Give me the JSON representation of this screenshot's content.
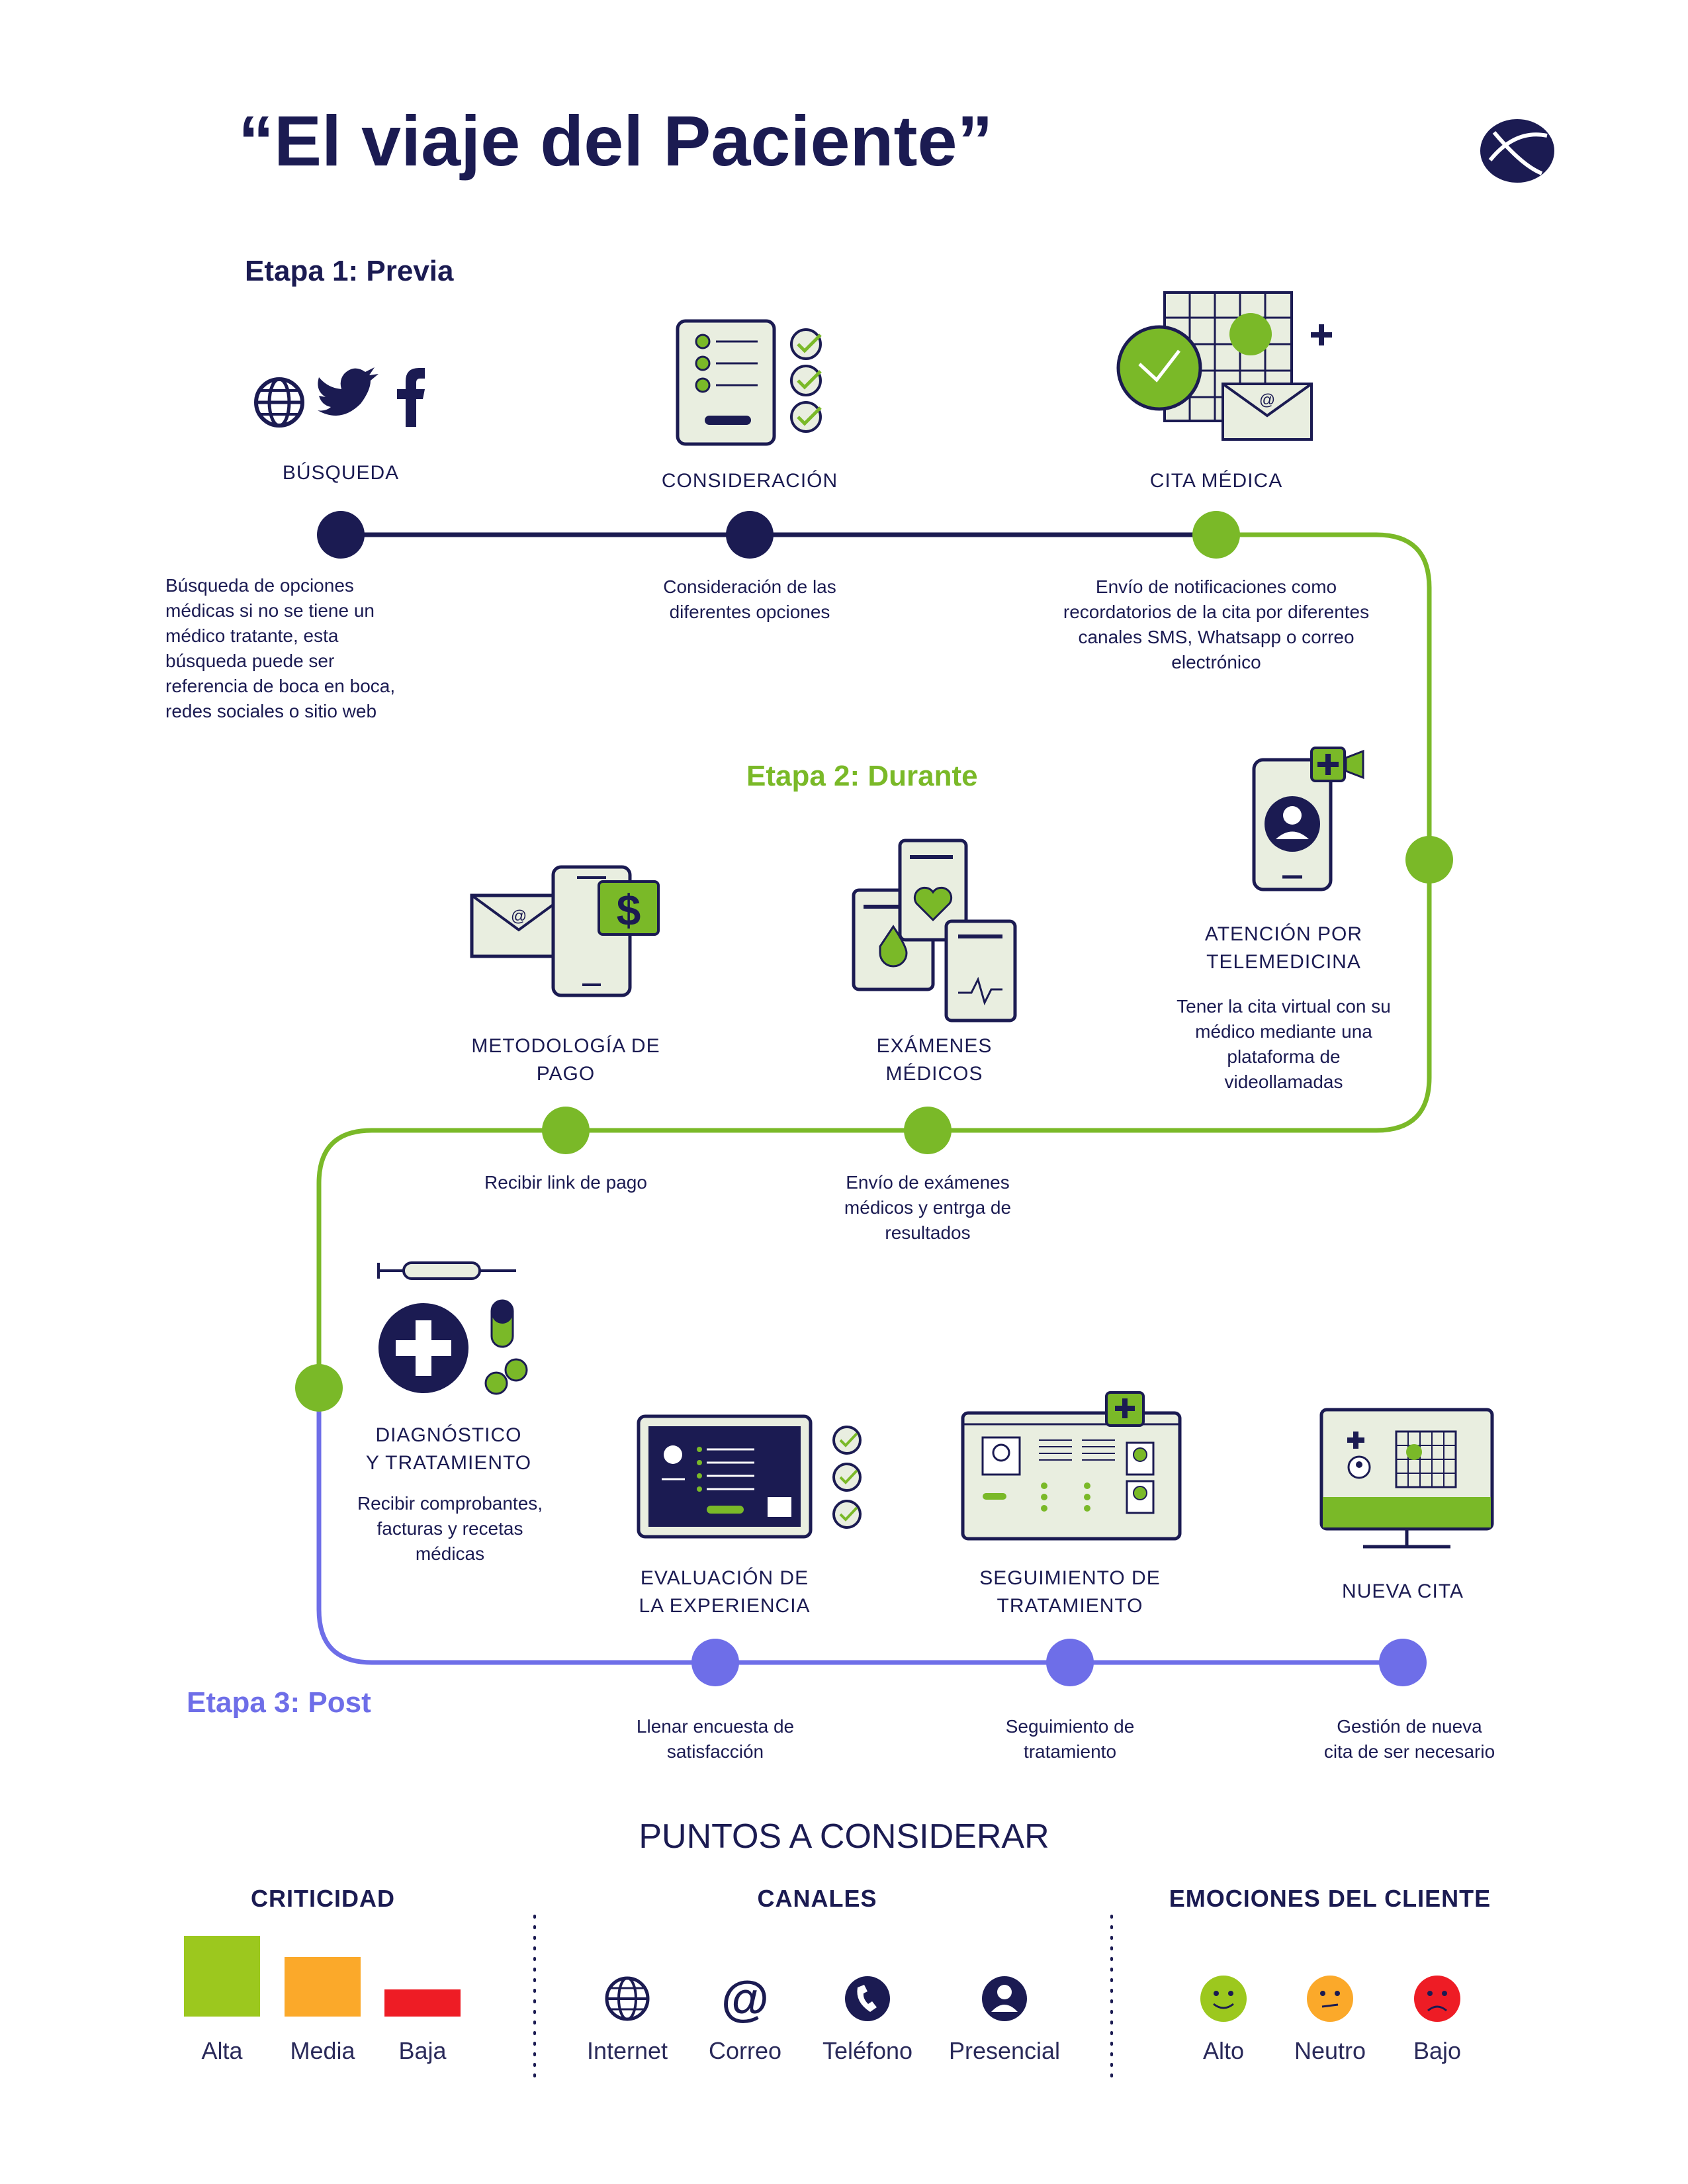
{
  "title": "“El viaje del Paciente”",
  "colors": {
    "navy": "#1b1b52",
    "green": "#7ab928",
    "purple": "#6e6ee8",
    "icon_fill": "#e9eee0"
  },
  "stages": {
    "stage1": "Etapa 1: Previa",
    "stage2": "Etapa 2: Durante",
    "stage3": "Etapa 3: Post"
  },
  "steps": [
    {
      "label_l1": "BÚSQUEDA",
      "label_l2": "",
      "icons": [
        "globe-icon",
        "twitter-icon",
        "facebook-icon"
      ],
      "desc": [
        "Búsqueda de opciones",
        "médicas si no se tiene un",
        "médico tratante, esta",
        "búsqueda puede ser",
        "referencia de boca en boca,",
        "redes sociales o sitio web"
      ]
    },
    {
      "label_l1": "CONSIDERACIÓN",
      "label_l2": "",
      "icons": [
        "checklist-icon"
      ],
      "desc": [
        "Consideración de las",
        "diferentes opciones"
      ]
    },
    {
      "label_l1": "CITA MÉDICA",
      "label_l2": "",
      "icons": [
        "calendar-clock-mail-icon"
      ],
      "desc": [
        "Envío de notificaciones como",
        "recordatorios de la cita por diferentes",
        "canales SMS, Whatsapp o correo",
        "electrónico"
      ]
    },
    {
      "label_l1": "ATENCIÓN POR",
      "label_l2": "TELEMEDICINA",
      "icons": [
        "phone-video-icon"
      ],
      "desc": [
        "Tener la cita virtual con su",
        "médico mediante una",
        "plataforma de",
        "videollamadas"
      ]
    },
    {
      "label_l1": "EXÁMENES",
      "label_l2": "MÉDICOS",
      "icons": [
        "medical-documents-icon"
      ],
      "desc": [
        "Envío de exámenes",
        "médicos y entrga de",
        "resultados"
      ]
    },
    {
      "label_l1": "METODOLOGÍA DE",
      "label_l2": "PAGO",
      "icons": [
        "payment-icon"
      ],
      "desc": [
        "Recibir link de pago"
      ]
    },
    {
      "label_l1": "DIAGNÓSTICO",
      "label_l2": "Y TRATAMIENTO",
      "icons": [
        "medicine-icon"
      ],
      "desc": [
        "Recibir comprobantes,",
        "facturas y recetas",
        "médicas"
      ]
    },
    {
      "label_l1": "EVALUACIÓN DE",
      "label_l2": "LA EXPERIENCIA",
      "icons": [
        "survey-tablet-icon"
      ],
      "desc": [
        "Llenar encuesta de",
        "satisfacción"
      ]
    },
    {
      "label_l1": "SEGUIMIENTO DE",
      "label_l2": "TRATAMIENTO",
      "icons": [
        "treatment-tracking-icon"
      ],
      "desc": [
        "Seguimiento de",
        "tratamiento"
      ]
    },
    {
      "label_l1": "NUEVA CITA",
      "label_l2": "",
      "icons": [
        "monitor-calendar-icon"
      ],
      "desc": [
        "Gestión de nueva",
        "cita de ser necesario"
      ]
    }
  ],
  "considerations": {
    "title": "PUNTOS A CONSIDERAR",
    "criticidad": {
      "title": "CRITICIDAD",
      "items": [
        {
          "label": "Alta",
          "color": "#9cc81e",
          "level": 1.0
        },
        {
          "label": "Media",
          "color": "#fba92a",
          "level": 0.74
        },
        {
          "label": "Baja",
          "color": "#ee1c25",
          "level": 0.34
        }
      ]
    },
    "canales": {
      "title": "CANALES",
      "items": [
        {
          "label": "Internet",
          "icon": "globe-icon"
        },
        {
          "label": "Correo",
          "icon": "at-icon"
        },
        {
          "label": "Teléfono",
          "icon": "phone-icon"
        },
        {
          "label": "Presencial",
          "icon": "person-icon"
        }
      ]
    },
    "emociones": {
      "title": "EMOCIONES DEL CLIENTE",
      "items": [
        {
          "label": "Alto",
          "color": "#9cc81e",
          "icon": "happy-face-icon"
        },
        {
          "label": "Neutro",
          "color": "#fba92a",
          "icon": "neutral-face-icon"
        },
        {
          "label": "Bajo",
          "color": "#ee1c25",
          "icon": "sad-face-icon"
        }
      ]
    }
  }
}
